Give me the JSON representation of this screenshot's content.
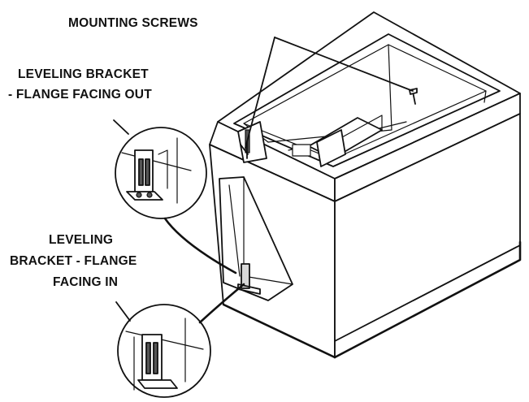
{
  "labels": {
    "mounting_screws": "MOUNTING SCREWS",
    "flange_out_line1": "LEVELING BRACKET",
    "flange_out_line2": "- FLANGE FACING OUT",
    "flange_in_line1": "LEVELING",
    "flange_in_line2": "BRACKET - FLANGE",
    "flange_in_line3": "FACING IN"
  },
  "colors": {
    "ink": "#111111",
    "background": "#ffffff"
  }
}
